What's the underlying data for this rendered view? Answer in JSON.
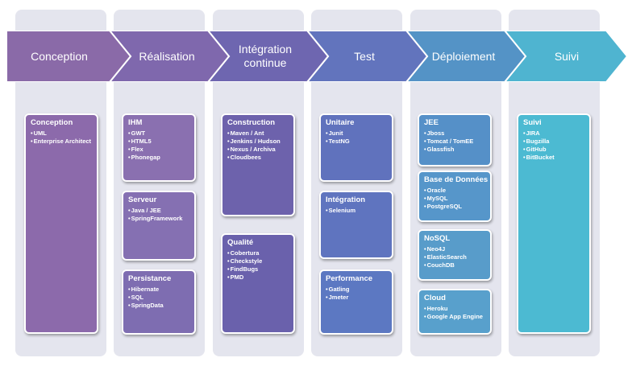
{
  "stages": [
    {
      "label": "Conception",
      "color": "#8a6aa8"
    },
    {
      "label": "Réalisation",
      "color": "#7f68ad"
    },
    {
      "label": "Intégration continue",
      "color": "#6e66b0"
    },
    {
      "label": "Test",
      "color": "#6274bd"
    },
    {
      "label": "Déploiement",
      "color": "#5493c6"
    },
    {
      "label": "Suivi",
      "color": "#4fb4d0"
    }
  ],
  "columns": [
    [
      {
        "title": "Conception",
        "items": [
          "UML",
          "Enterprise Architect"
        ],
        "color": "#8c6aab"
      }
    ],
    [
      {
        "title": "IHM",
        "items": [
          "GWT",
          "HTML5",
          "Flex",
          "Phonegap"
        ],
        "color": "#8a70b0"
      },
      {
        "title": "Serveur",
        "items": [
          "Java / JEE",
          "SpringFramework"
        ],
        "color": "#8570b2"
      },
      {
        "title": "Persistance",
        "items": [
          "Hibernate",
          "SQL",
          "SpringData"
        ],
        "color": "#7e6db1"
      }
    ],
    [
      {
        "title": "Construction",
        "items": [
          "Maven / Ant",
          "Jenkins / Hudson",
          "Nexus / Archiva",
          "Cloudbees"
        ],
        "color": "#6d62ac"
      },
      {
        "title": "Qualité",
        "items": [
          "Cobertura",
          "Checkstyle",
          "FindBugs",
          "PMD"
        ],
        "color": "#6a61ac"
      }
    ],
    [
      {
        "title": "Unitaire",
        "items": [
          "Junit",
          "TestNG"
        ],
        "color": "#6072bd"
      },
      {
        "title": "Intégration",
        "items": [
          "Selenium"
        ],
        "color": "#5f74bf"
      },
      {
        "title": "Performance",
        "items": [
          "Gatling",
          "Jmeter"
        ],
        "color": "#5c78c2"
      }
    ],
    [
      {
        "title": "JEE",
        "items": [
          "Jboss",
          "Tomcat / TomEE",
          "Glassfish"
        ],
        "color": "#5590c8"
      },
      {
        "title": "Base de Données",
        "items": [
          "Oracle",
          "MySQL",
          "PostgreSQL"
        ],
        "color": "#5696ca"
      },
      {
        "title": "NoSQL",
        "items": [
          "Neo4J",
          "ElasticSearch",
          "CouchDB"
        ],
        "color": "#589cca"
      },
      {
        "title": "Cloud",
        "items": [
          "Heroku",
          "Google App Engine"
        ],
        "color": "#58a0cc"
      }
    ],
    [
      {
        "title": "Suivi",
        "items": [
          "JIRA",
          "Bugzilla",
          "GitHub",
          "BitBucket"
        ],
        "color": "#4cbad2"
      }
    ]
  ]
}
